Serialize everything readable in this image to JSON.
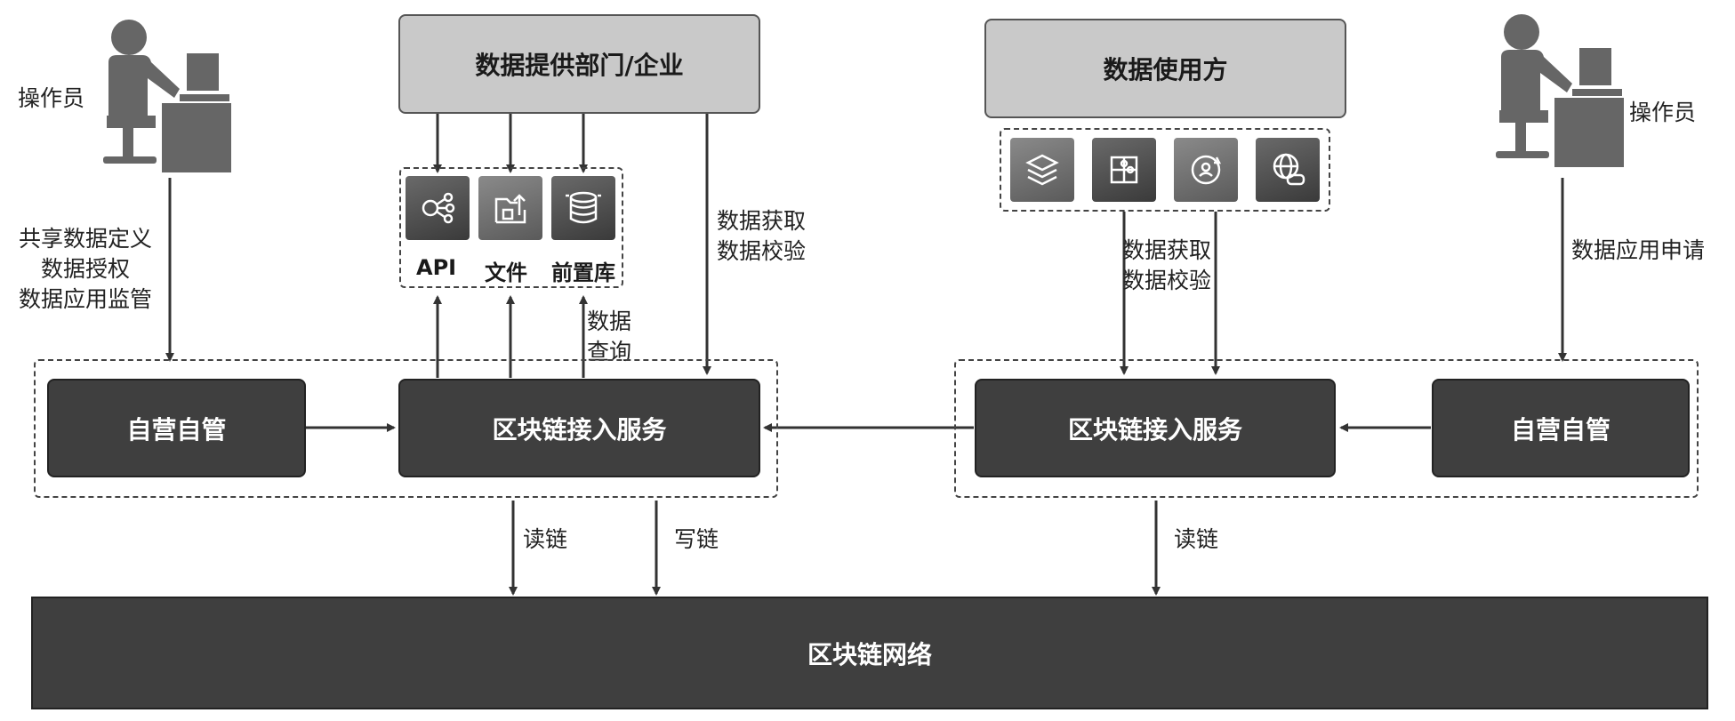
{
  "provider": {
    "title": "数据提供部门/企业"
  },
  "consumer": {
    "title": "数据使用方"
  },
  "left_operator": {
    "label": "操作员",
    "actions": [
      "共享数据定义",
      "数据授权",
      "数据应用监管"
    ]
  },
  "right_operator": {
    "label": "操作员",
    "action": "数据应用申请"
  },
  "interfaces": [
    {
      "label": "API",
      "icon": "share-nodes-icon"
    },
    {
      "label": "文件",
      "icon": "file-upload-icon"
    },
    {
      "label": "前置库",
      "icon": "database-icon"
    }
  ],
  "consumer_icons": [
    "layers-icon",
    "puzzle-icon",
    "user-cycle-icon",
    "globe-gamepad-icon"
  ],
  "left_service": {
    "self_manage": "自营自管",
    "access": "区块链接入服务"
  },
  "right_service": {
    "self_manage": "自营自管",
    "access": "区块链接入服务"
  },
  "edge_labels": {
    "provider_fetch": [
      "数据获取",
      "数据校验"
    ],
    "consumer_fetch": [
      "数据获取",
      "数据校验"
    ],
    "query": [
      "数据",
      "查询"
    ],
    "left_read": "读链",
    "left_write": "写链",
    "right_read": "读链"
  },
  "network": {
    "label": "区块链网络"
  }
}
